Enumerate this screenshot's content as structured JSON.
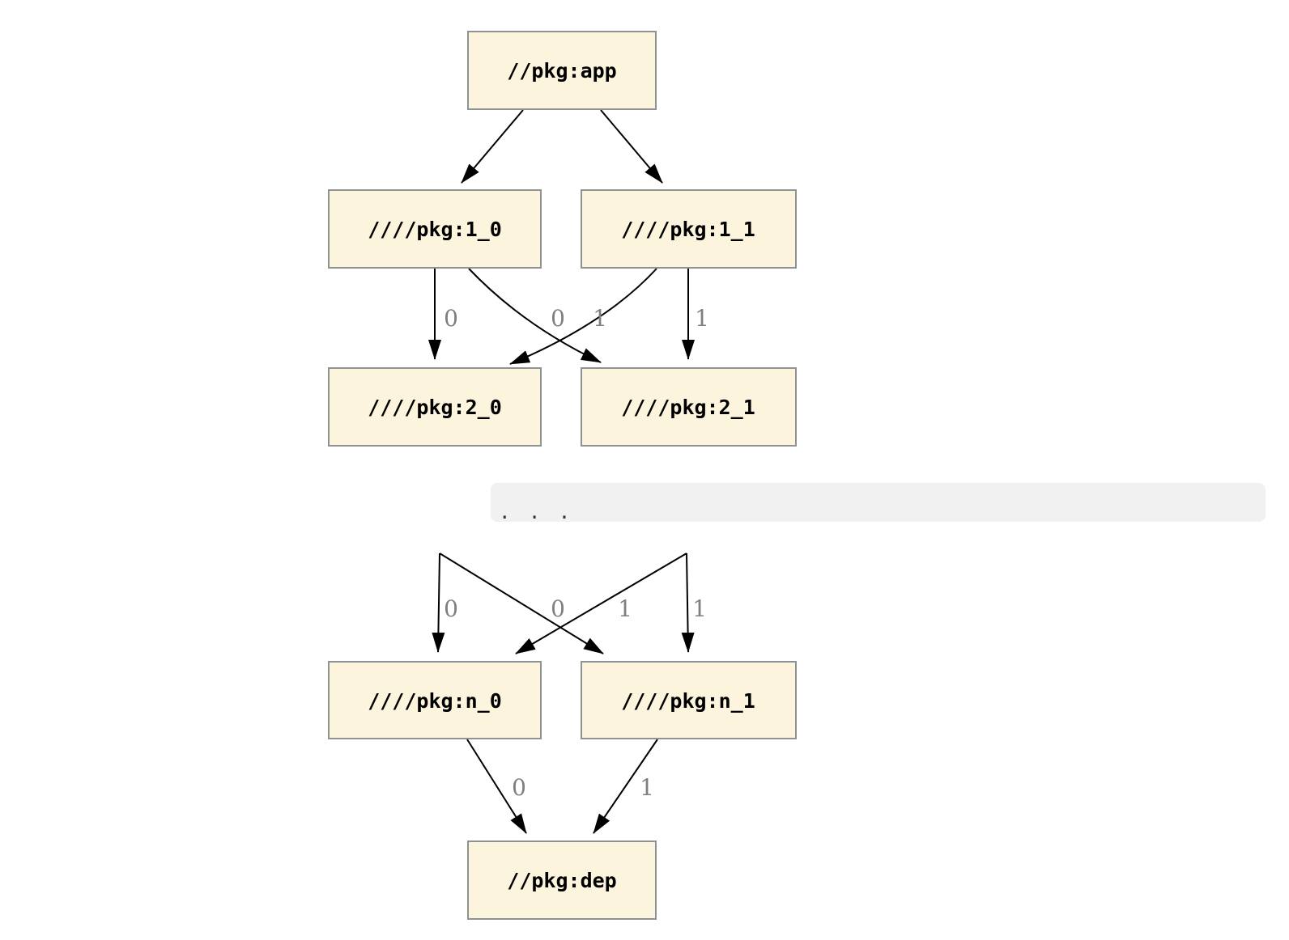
{
  "diagram": {
    "type": "dependency-graph",
    "colors": {
      "background": "#ffffff",
      "node_fill": "#fcf4dc",
      "node_border": "#8d9293",
      "edge": "#000000",
      "edge_label": "#7f7f7f",
      "ellipsis_band": "#f1f1f1",
      "ellipsis_dots": "#333333"
    },
    "nodes": {
      "app": "//pkg:app",
      "level1_0": "////pkg:1_0",
      "level1_1": "////pkg:1_1",
      "level2_0": "////pkg:2_0",
      "level2_1": "////pkg:2_1",
      "leveln_0": "////pkg:n_0",
      "leveln_1": "////pkg:n_1",
      "dep": "//pkg:dep"
    },
    "ellipsis_text": ". . .",
    "edge_labels": {
      "l1_0_to_2_0": "0",
      "l1_1_to_2_0": "0",
      "l1_0_to_2_1": "1",
      "l1_1_to_2_1": "1",
      "stub_left_to_n_0": "0",
      "stub_right_to_n_0": "0",
      "stub_left_to_n_1": "1",
      "stub_right_to_n_1": "1",
      "n_0_to_dep": "0",
      "n_1_to_dep": "1"
    }
  }
}
